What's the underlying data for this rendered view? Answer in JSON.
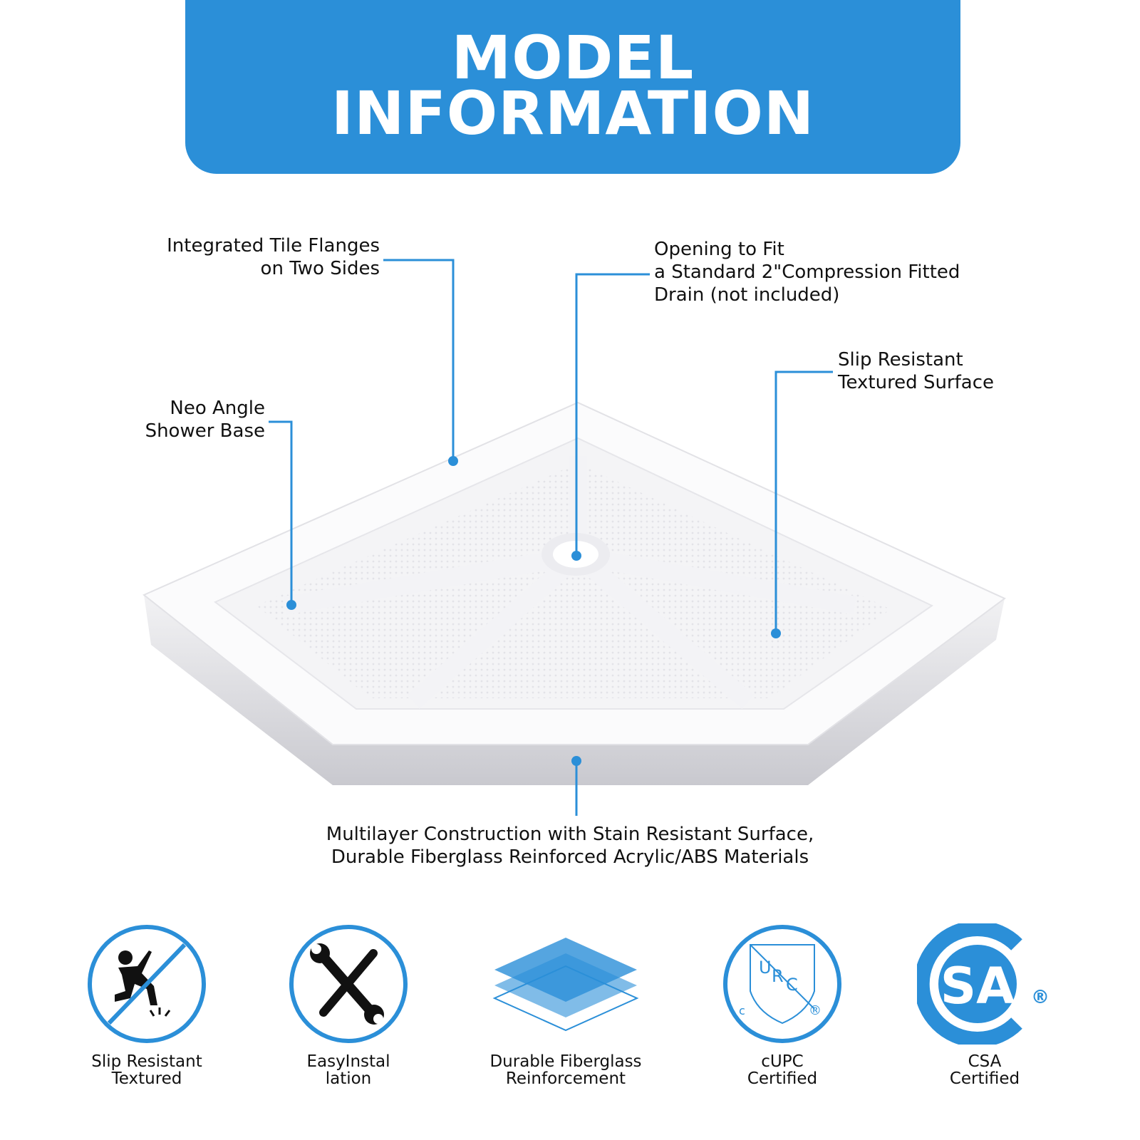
{
  "banner": {
    "title_line1": "MODEL",
    "title_line2": "INFORMATION"
  },
  "callouts": {
    "flanges": {
      "line1": "Integrated Tile Flanges",
      "line2": "on Two Sides"
    },
    "drain": {
      "line1": "Opening to Fit",
      "line2": "a Standard 2\"Compression Fitted",
      "line3": "Drain (not included)"
    },
    "neo": {
      "line1": "Neo Angle",
      "line2": "Shower Base"
    },
    "slip": {
      "line1": "Slip Resistant",
      "line2": "Textured Surface"
    },
    "multi": {
      "line1": "Multilayer Construction with Stain Resistant Surface,",
      "line2": "Durable Fiberglass Reinforced Acrylic/ABS Materials"
    }
  },
  "features": [
    {
      "icon": "no-slip-icon",
      "line1": "Slip Resistant",
      "line2": "Textured"
    },
    {
      "icon": "tools-icon",
      "line1": "EasyInstal",
      "line2": "lation"
    },
    {
      "icon": "layers-icon",
      "line1": "Durable Fiberglass",
      "line2": "Reinforcement"
    },
    {
      "icon": "cupc-icon",
      "line1": "cUPC",
      "line2": "Certified",
      "logo_text": "URC c ®"
    },
    {
      "icon": "csa-icon",
      "line1": "CSA",
      "line2": "Certified",
      "logo_text": "CSA ®"
    }
  ],
  "colors": {
    "accent": "#2b8fd8"
  }
}
